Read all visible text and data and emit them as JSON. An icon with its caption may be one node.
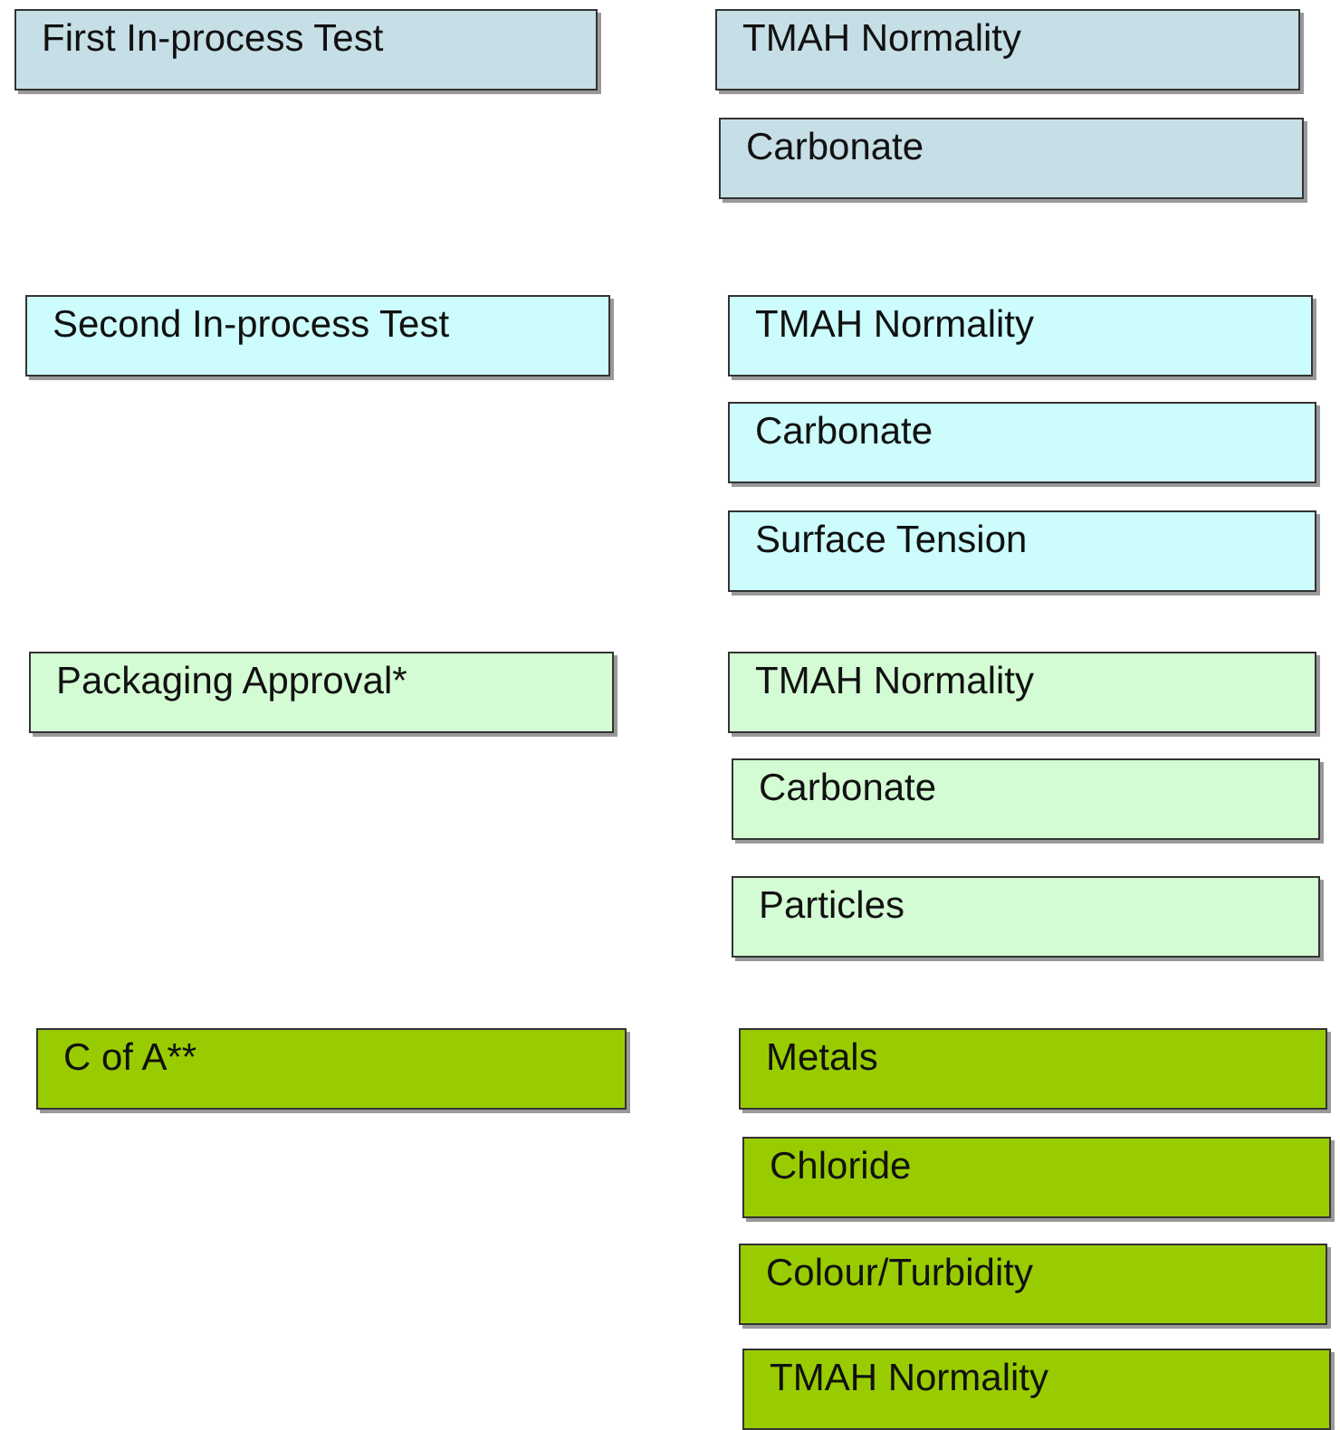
{
  "diagram": {
    "nodes": [
      {
        "text": [
          "First In-process Test"
        ]
      },
      {
        "text": [
          "TMAH Normality"
        ]
      },
      {
        "text": [
          "Carbonate"
        ]
      },
      {
        "text": [
          "Second In-process Test"
        ]
      },
      {
        "text": [
          "TMAH Normality"
        ]
      },
      {
        "text": [
          "Carbonate"
        ]
      },
      {
        "text": [
          "Surface Tension"
        ]
      },
      {
        "text": [
          "Packaging Approval*"
        ]
      },
      {
        "text": [
          "TMAH Normality"
        ]
      },
      {
        "text": [
          "Carbonate"
        ]
      },
      {
        "text": [
          "Particles"
        ]
      },
      {
        "text": [
          "C of A**"
        ]
      },
      {
        "text": [
          "Metals"
        ]
      },
      {
        "text": [
          "Chloride"
        ]
      },
      {
        "text": [
          "Colour/Turbidity"
        ]
      },
      {
        "text": [
          "TMAH Normality"
        ]
      }
    ]
  }
}
